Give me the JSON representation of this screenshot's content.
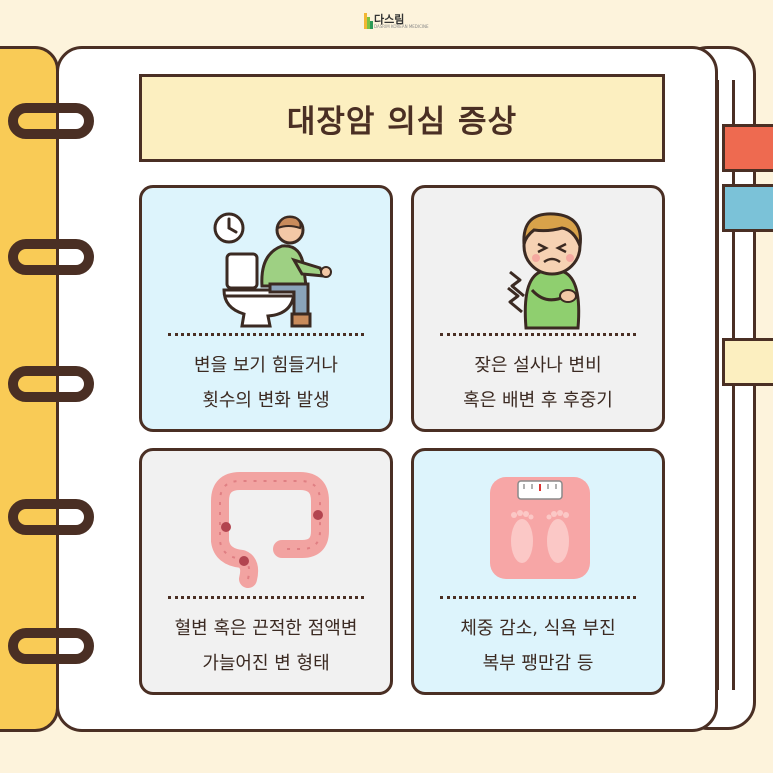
{
  "brand": {
    "name": "다스림",
    "tagline": "DASRIM KOREAN MEDICINE",
    "bar_colors": [
      "#f2b632",
      "#7cc243",
      "#2e9a58"
    ]
  },
  "title": "대장암 의심 증상",
  "colors": {
    "outline": "#4a2f24",
    "binder": "#f9cb56",
    "background": "#fdf3dc",
    "title_fill": "#fcefc0",
    "card_blue": "#ddf4fc",
    "card_gray": "#f1f1f1",
    "tab_red": "#ee6a50",
    "tab_blue": "#7bc2d8",
    "tab_yellow": "#fcefc0"
  },
  "cards": [
    {
      "illustration": "toilet-struggle-icon",
      "line1": "변을 보기 힘들거나",
      "line2": "횟수의 변화 발생"
    },
    {
      "illustration": "stomach-pain-icon",
      "line1": "잦은 설사나 변비",
      "line2": "혹은 배변 후 후중기"
    },
    {
      "illustration": "colon-icon",
      "line1": "혈변 혹은 끈적한 점액변",
      "line2": "가늘어진 변 형태"
    },
    {
      "illustration": "weight-scale-icon",
      "line1": "체중 감소, 식욕 부진",
      "line2": "복부 팽만감 등"
    }
  ]
}
